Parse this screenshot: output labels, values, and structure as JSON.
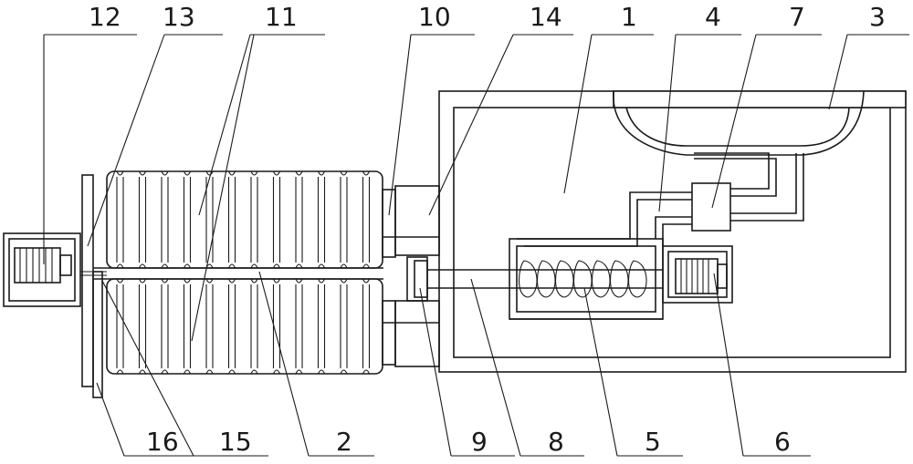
{
  "figure": {
    "background": "#ffffff",
    "stroke": "#1a1a1a"
  },
  "labels": {
    "l12": "12",
    "l13": "13",
    "l11": "11",
    "l10": "10",
    "l14": "14",
    "l1": "1",
    "l4": "4",
    "l7": "7",
    "l3": "3",
    "l16": "16",
    "l15": "15",
    "l2": "2",
    "l9": "9",
    "l8": "8",
    "l5": "5",
    "l6": "6"
  }
}
